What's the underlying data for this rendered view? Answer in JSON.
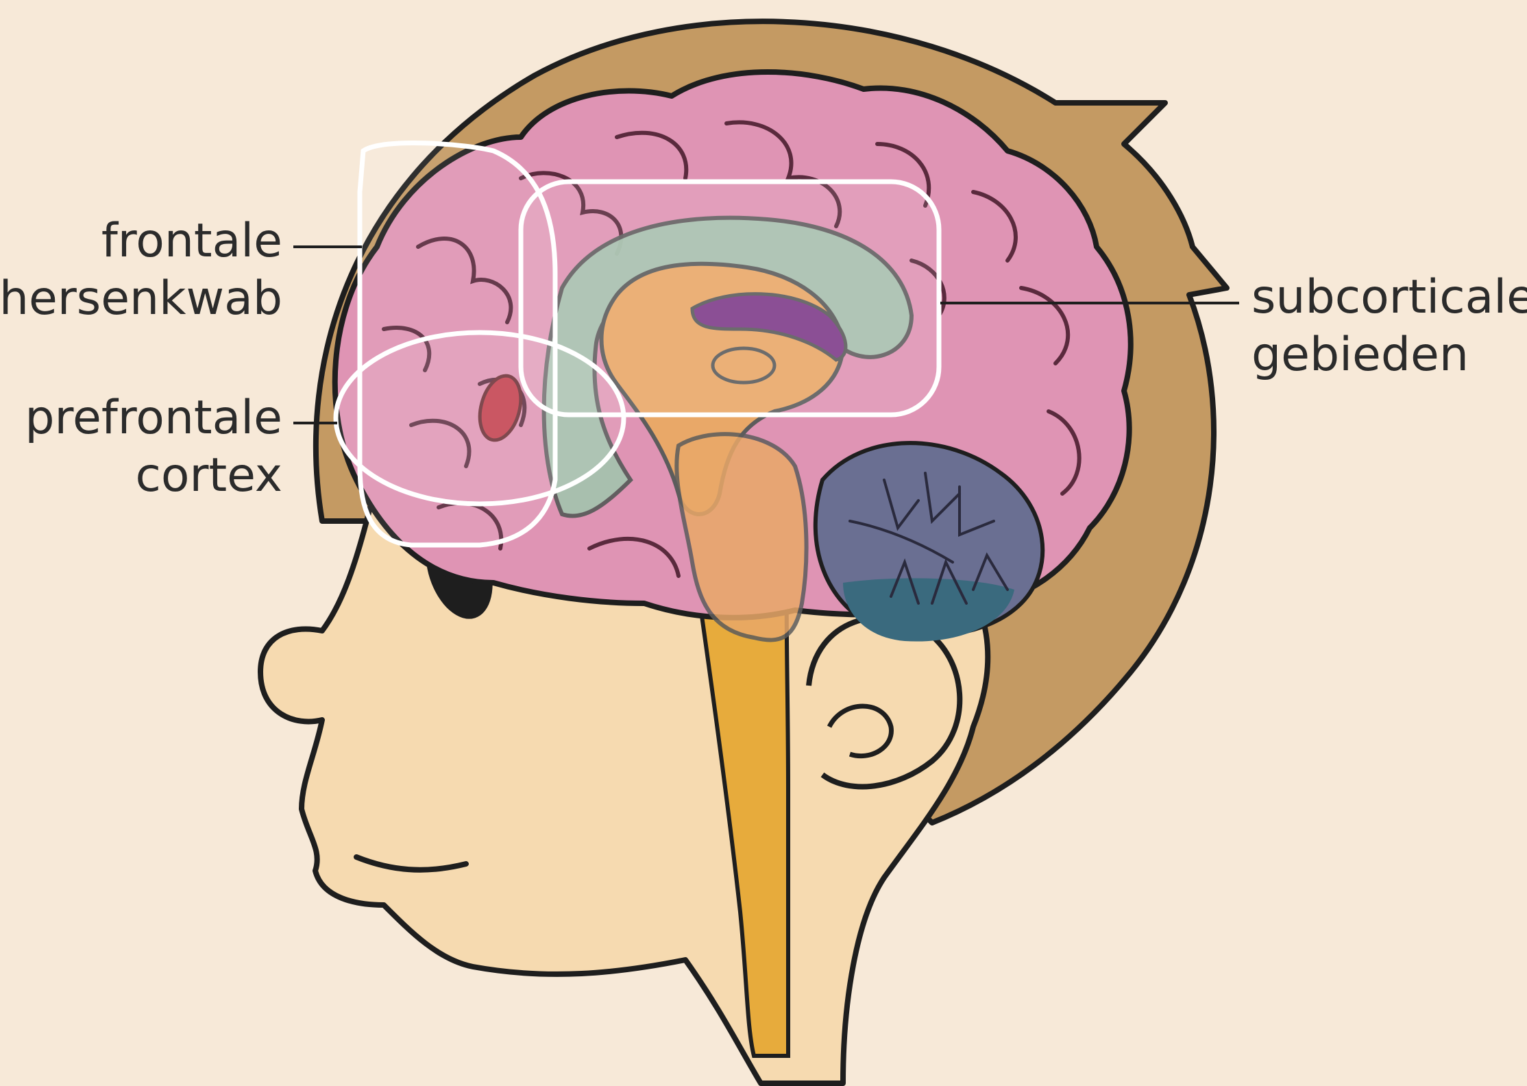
{
  "labels": {
    "frontal_lobe": {
      "line1": "frontale",
      "line2": "hersenkwab"
    },
    "prefrontal_cortex": {
      "line1": "prefrontale",
      "line2": "cortex"
    },
    "subcortical_areas": {
      "line1": "subcorticale",
      "line2": "gebieden"
    }
  },
  "colors": {
    "background": "#f7e9d8",
    "skin": "#f6dab0",
    "hair": "#c49a63",
    "cerebrum": "#df94b4",
    "limbic_ring": "#a6c2ae",
    "thalamus_brainstem": "#e9a868",
    "corpus_callosum": "#7e3b8a",
    "amygdala": "#c23a48",
    "cerebellum": "#6a6f92",
    "cerebellum_dark": "#3a6a7e",
    "spinal_cord": "#e7ab3c",
    "outline": "#1e1e1e",
    "highlight_box": "#ffffff",
    "text": "#2b2b2b"
  }
}
